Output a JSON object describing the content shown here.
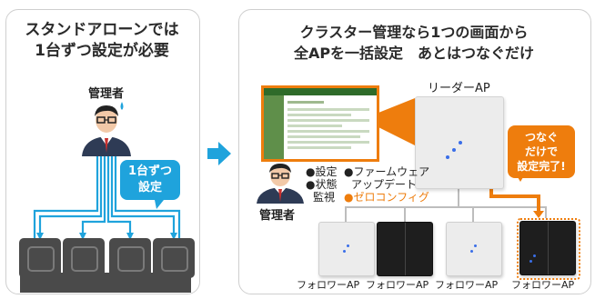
{
  "left": {
    "title_line1": "スタンドアローンでは",
    "title_line2": "1台ずつ設定が必要",
    "admin_label": "管理者",
    "callout_line1": "1台ずつ",
    "callout_line2": "設定"
  },
  "right": {
    "title_line1": "クラスター管理なら1つの画面から",
    "title_line2": "全APを一括設定　あとはつなぐだけ",
    "leader_label": "リーダーAP",
    "admin_label": "管理者",
    "features": {
      "item1": "●設定",
      "item2": "●状態",
      "item2b": "監視",
      "item3": "●ファームウェア",
      "item3b": "アップデート",
      "item4": "●ゼロコンフィグ"
    },
    "callout_line1": "つなぐ",
    "callout_line2": "だけで",
    "callout_line3": "設定完了!",
    "followers": [
      "フォロワーAP",
      "フォロワーAP",
      "フォロワーAP",
      "フォロワーAP"
    ]
  },
  "colors": {
    "blue": "#1fa3dc",
    "orange": "#ee7d0d",
    "dark_ap": "#1e1e1e",
    "light_ap": "#ececec"
  }
}
